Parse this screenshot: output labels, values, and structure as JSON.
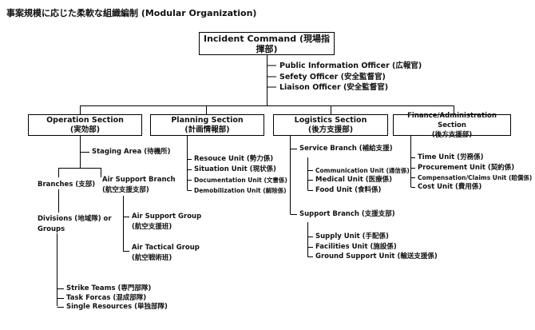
{
  "title": "事案規模に応じた柔軟な組織編制 (Modular Organization)",
  "incident_command": "Incident Command (現場指揮部)",
  "command_staff": [
    "Public Information Officer (広報官)",
    "Sefety Officer (安全監督官)",
    "Liaison Officer (安全監督官)"
  ],
  "sections": {
    "operation": {
      "name": "Operation Section",
      "ja": "(実効部)"
    },
    "planning": {
      "name": "Planning Section",
      "ja": "(計画情報部)"
    },
    "logistics": {
      "name": "Logistics Section",
      "ja": "(後方支援部)"
    },
    "finance": {
      "name": "Finance/Administration Section",
      "ja": "(後方支援部)"
    }
  },
  "operation": {
    "staging_area": "Staging Area (待機所)",
    "branches": "Branches (支部)",
    "air_support_branch": "Air Support Branch",
    "air_support_branch_ja": "(航空支援支部)",
    "divisions_line1": "Divisions (地域隊) or",
    "divisions_line2": "Groups",
    "air_support_group": "Air Support Group",
    "air_support_group_ja": "(航空支援班)",
    "air_tactical_group": "Air Tactical Group",
    "air_tactical_group_ja": "(航空戦術班)",
    "resources": [
      "Strike Teams (専門部隊)",
      "Task Forcas (混成部隊)",
      "Single Resources (単独部隊)"
    ]
  },
  "planning_units": [
    "Resouce Unit (勢力係)",
    "Situation Unit (現状係)",
    "Documentation Unit (文書係)",
    "Demobilization Unit (解除係)"
  ],
  "logistics": {
    "service_branch": "Service Branch (補給支援)",
    "service_units": [
      "Communication Unit (通信係)",
      "Medical Unit (医療係)",
      "Food Unit (食料係)"
    ],
    "support_branch": "Support Branch (支援支部)",
    "support_units": [
      "Supply Unit (手配係)",
      "Facilities Unit (施設係)",
      "Ground Support Unit (輸送支援係)"
    ]
  },
  "finance_units": [
    "Time Unit (労務係)",
    "Procurement Unit (契約係)",
    "Compensation/Claims Unit (賠償係)",
    "Cost Unit (費用係)"
  ]
}
